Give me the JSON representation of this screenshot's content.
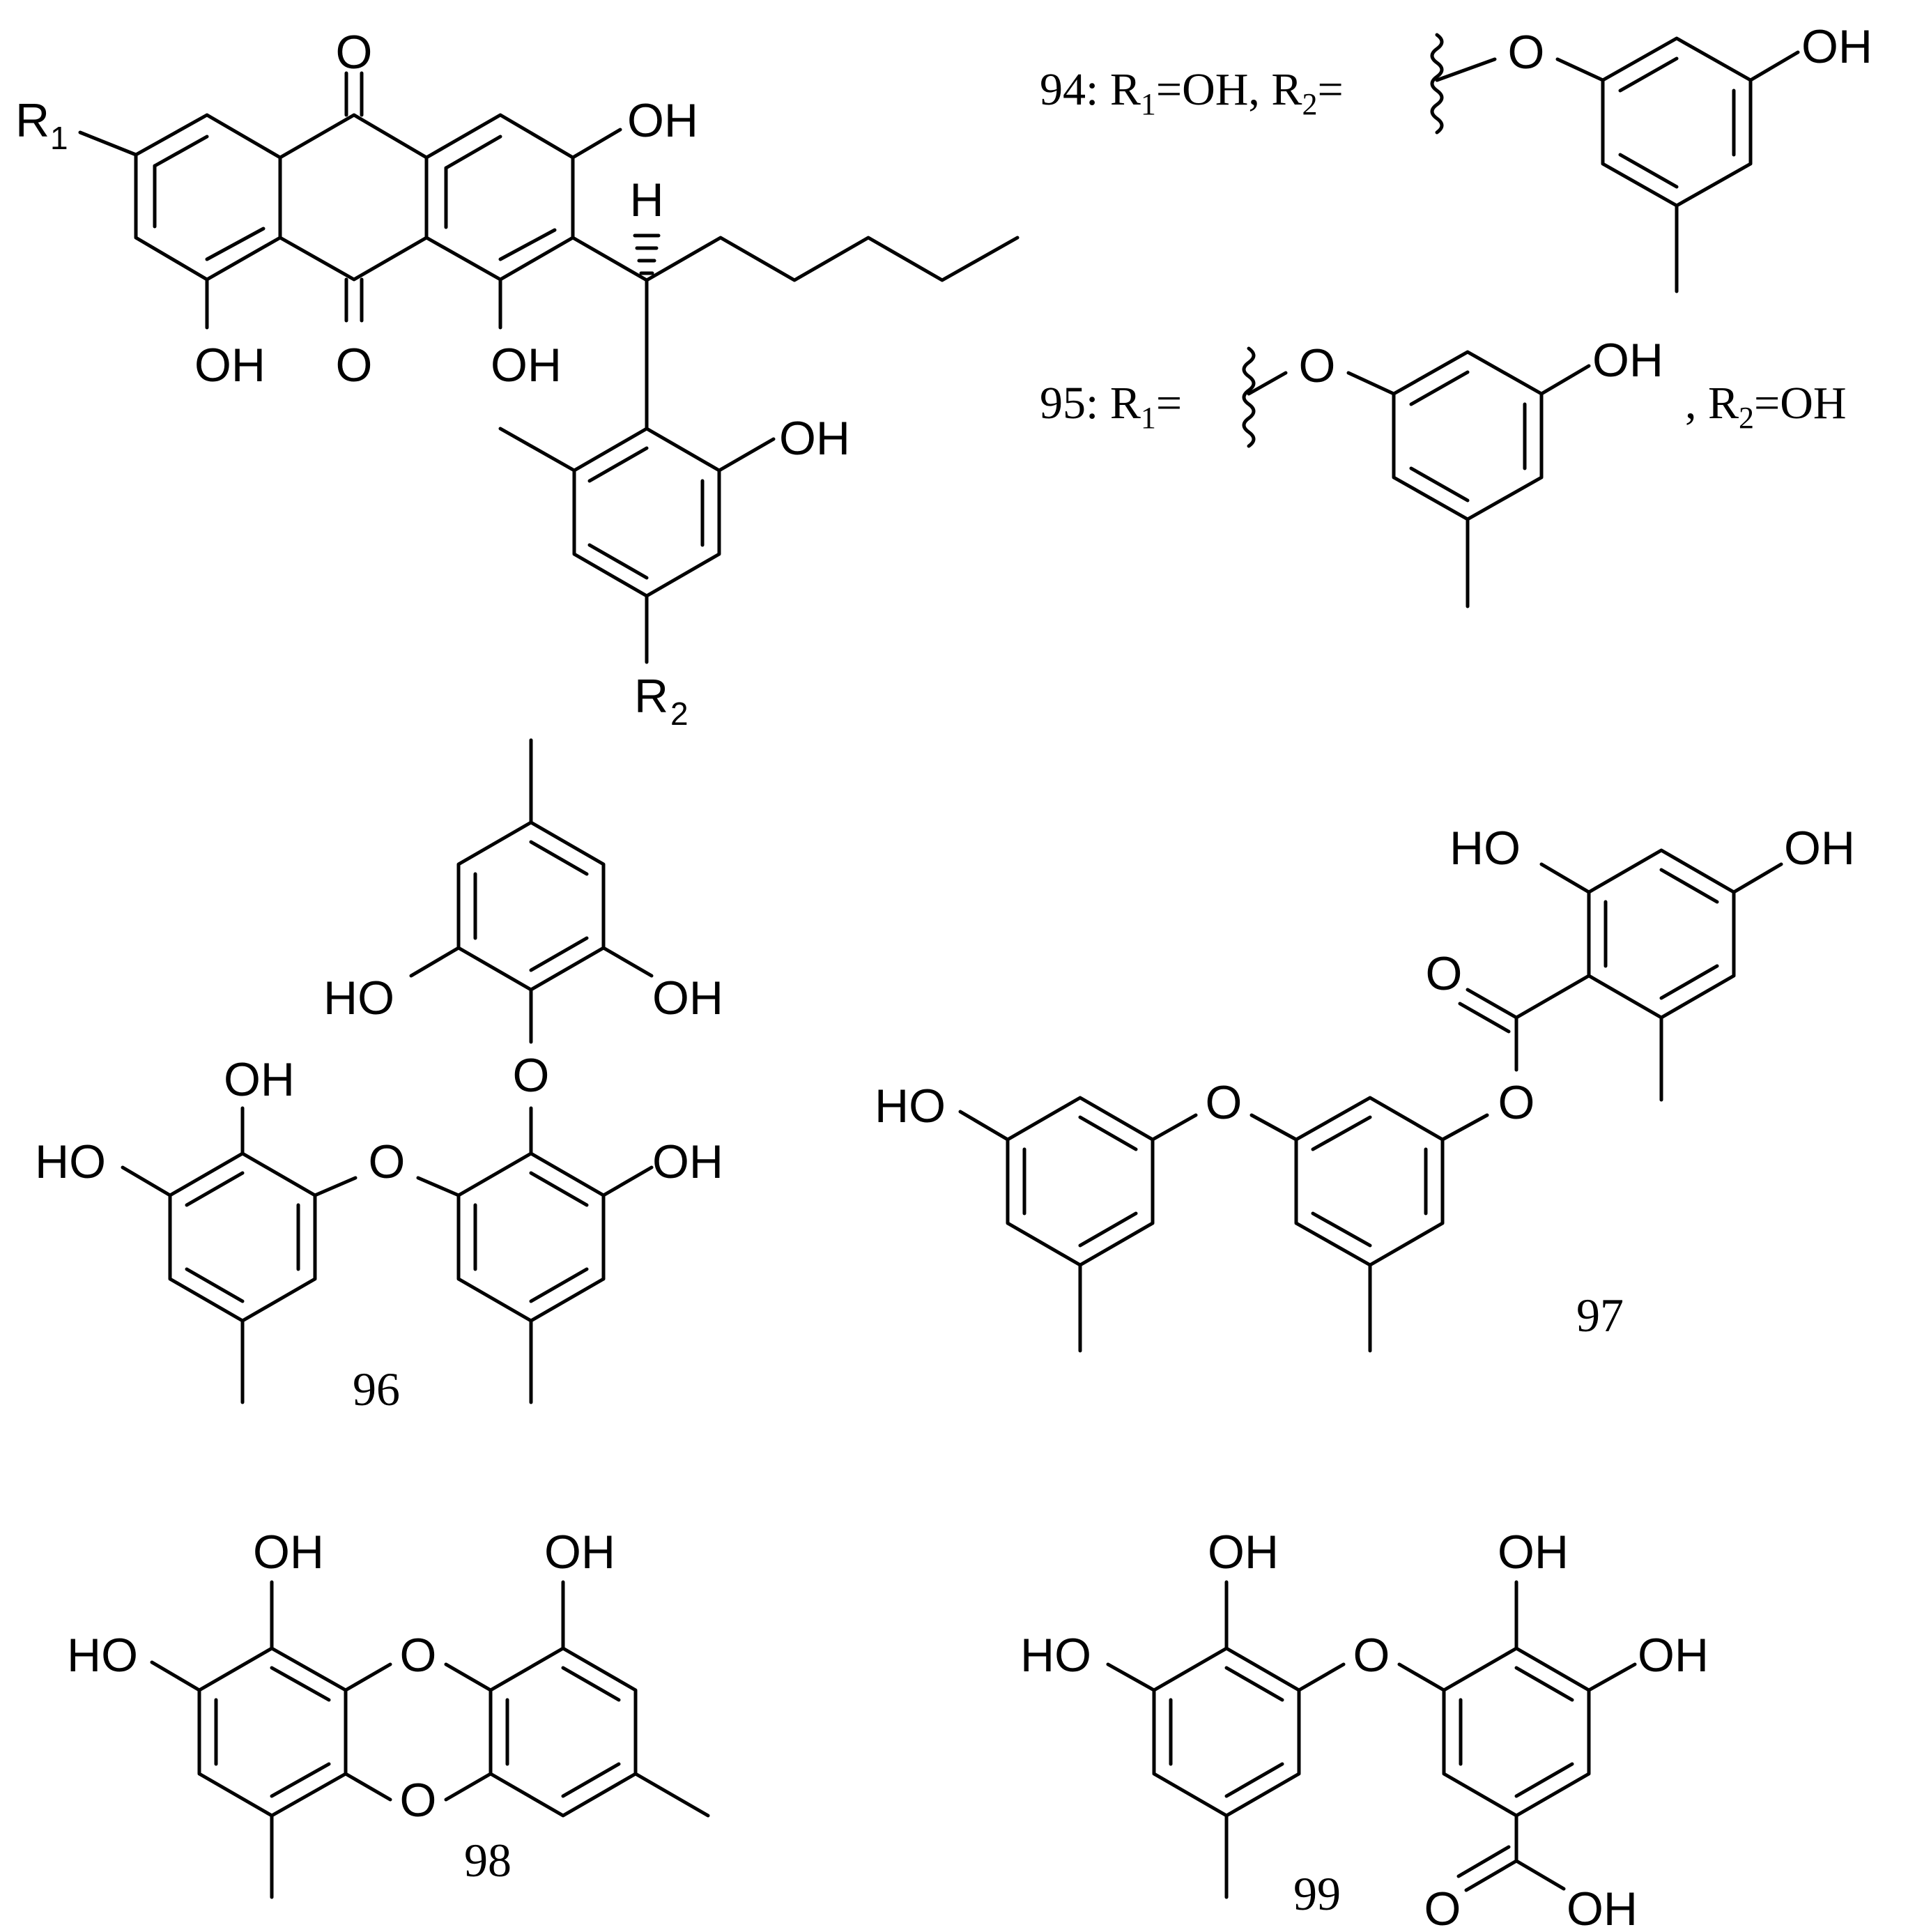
{
  "figure": {
    "substituent_defs": {
      "c94": {
        "number": "94",
        "prefix": "94: R",
        "sub1": "1",
        "mid1": "=OH, R",
        "sub2": "2",
        "mid2": "="
      },
      "c95": {
        "number": "95",
        "prefix": "95: R",
        "sub1": "1",
        "mid1": "=",
        "tail_prefix": ", R",
        "sub2": "2",
        "tail": "=OH"
      }
    },
    "compound_labels": {
      "c96": "96",
      "c97": "97",
      "c98": "98",
      "c99": "99"
    },
    "atoms": {
      "O": "O",
      "OH": "OH",
      "HO": "HO",
      "H": "H",
      "R": "R",
      "sub1": "1",
      "sub2": "2"
    }
  }
}
